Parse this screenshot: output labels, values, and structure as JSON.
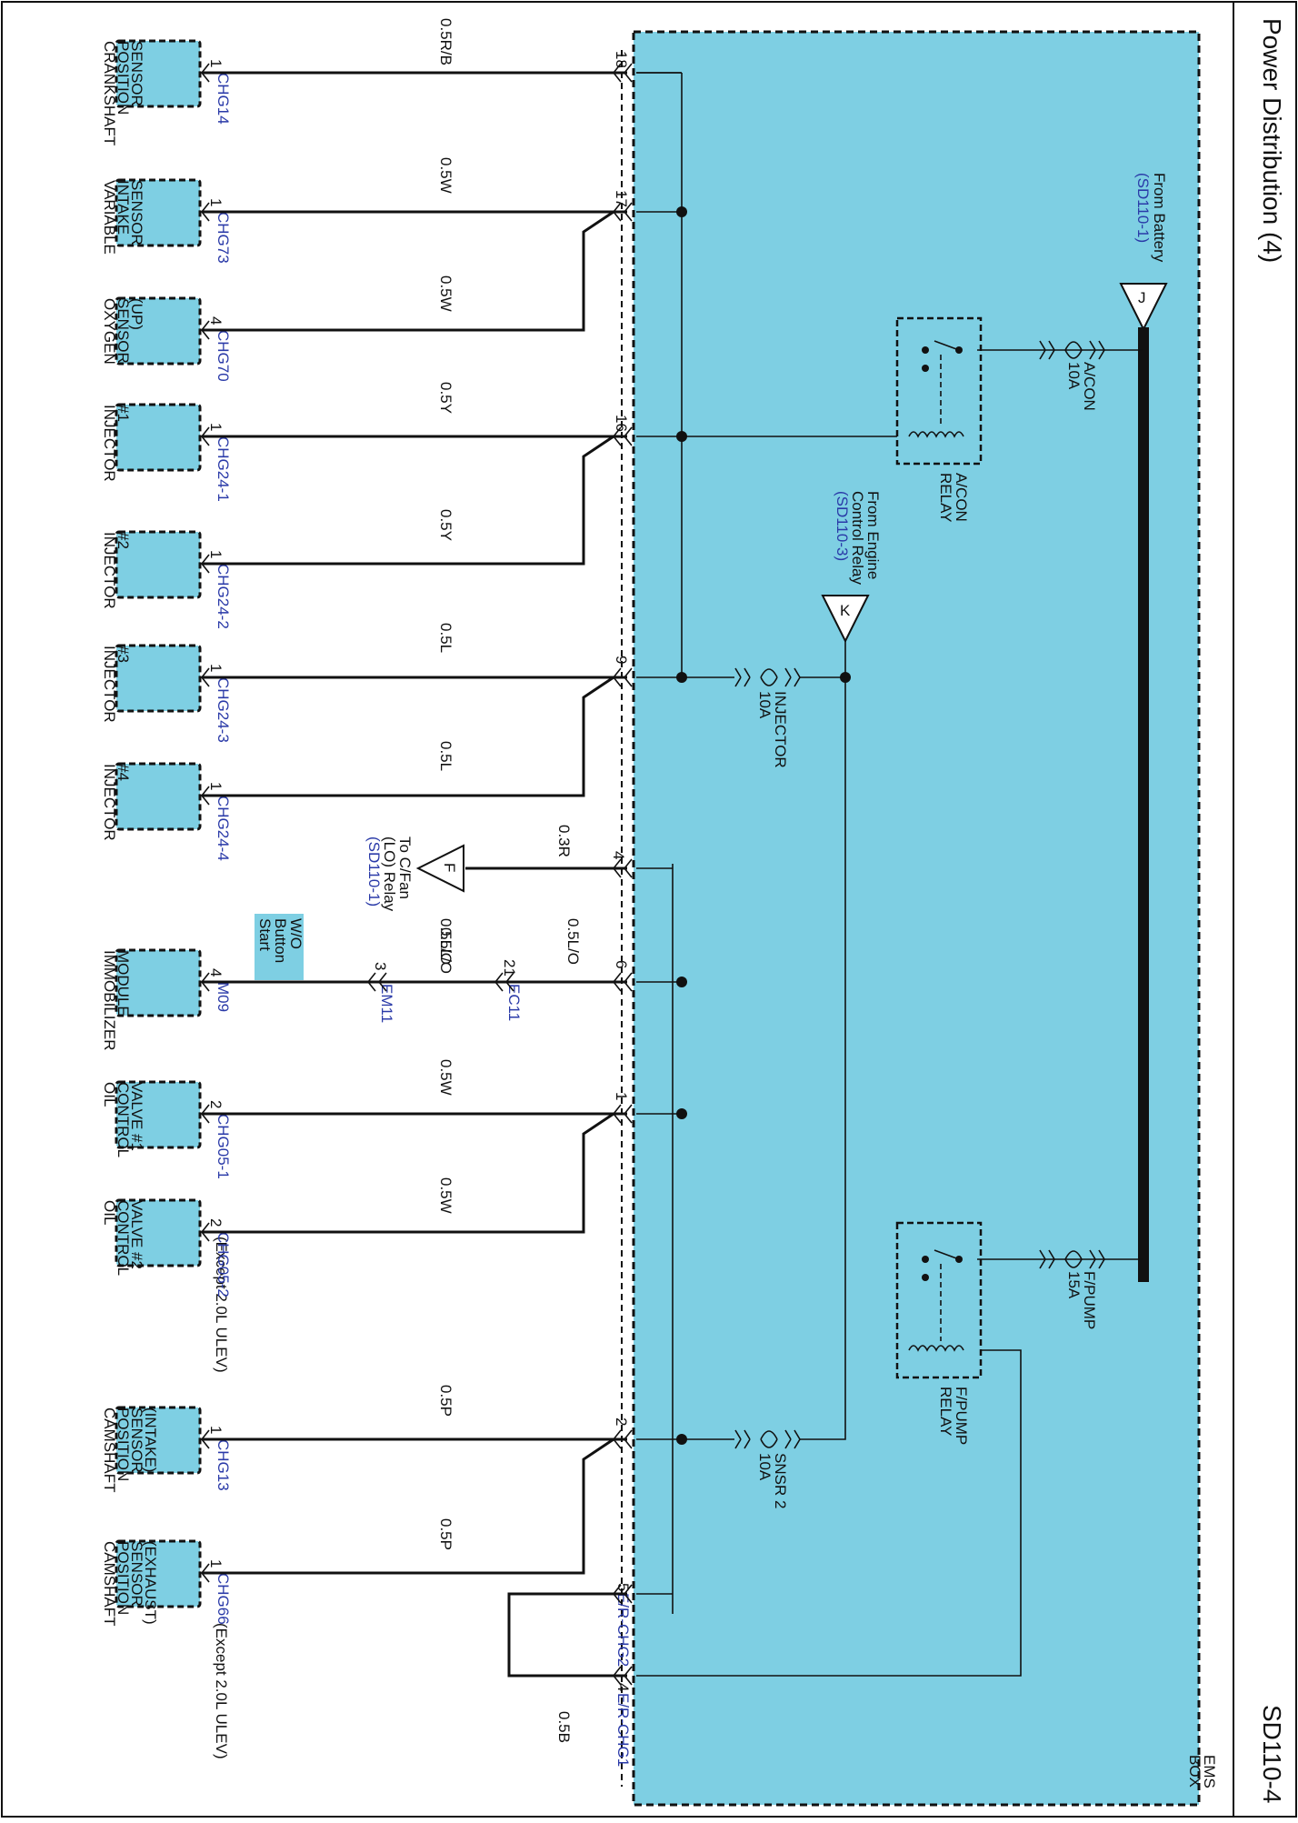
{
  "page": {
    "title": "Power Distribution (4)",
    "code": "SD110-4",
    "ems_box_label": [
      "EMS",
      "BOX"
    ]
  },
  "colors": {
    "box_fill": "#7ecfe3",
    "wire": "#111111",
    "link": "#2a3aa8",
    "highlight": "#7ecfe3"
  },
  "sources": {
    "battery": {
      "letter": "J",
      "text": "From Battery",
      "ref": "(SD110-1)"
    },
    "engine_relay": {
      "letter": "K",
      "lines": [
        "From Engine",
        "Control Relay"
      ],
      "ref": "(SD110-3)"
    },
    "cfan": {
      "letter": "F",
      "lines": [
        "To C/Fan",
        "(LO) Relay"
      ],
      "ref": "(SD110-1)"
    }
  },
  "fuses": {
    "acon": {
      "name": "A/CON",
      "rating": "10A"
    },
    "fpump": {
      "name": "F/PUMP",
      "rating": "15A"
    },
    "injector": {
      "name": "INJECTOR",
      "rating": "10A"
    },
    "snsr2": {
      "name": "SNSR 2",
      "rating": "10A"
    }
  },
  "relays": {
    "acon": [
      "A/CON",
      "RELAY"
    ],
    "fpump": [
      "F/PUMP",
      "RELAY"
    ]
  },
  "components": [
    {
      "name": [
        "CRANKSHAFT",
        "POSITION",
        "SENSOR"
      ],
      "pin": "1",
      "connector": "CHG14",
      "wire": "0.5R/B",
      "box_pin": "18"
    },
    {
      "name": [
        "VARIABLE",
        "INTAKE",
        "SENSOR"
      ],
      "pin": "1",
      "connector": "CHG73",
      "wire": "0.5W",
      "box_pin": "17"
    },
    {
      "name": [
        "OXYGEN",
        "SENSOR",
        "(UP)"
      ],
      "pin": "4",
      "connector": "CHG70",
      "wire": "0.5W",
      "box_pin": ""
    },
    {
      "name": [
        "INJECTOR",
        "#1"
      ],
      "pin": "1",
      "connector": "CHG24-1",
      "wire": "0.5Y",
      "box_pin": "16"
    },
    {
      "name": [
        "INJECTOR",
        "#2"
      ],
      "pin": "1",
      "connector": "CHG24-2",
      "wire": "0.5Y",
      "box_pin": ""
    },
    {
      "name": [
        "INJECTOR",
        "#3"
      ],
      "pin": "1",
      "connector": "CHG24-3",
      "wire": "0.5L",
      "box_pin": "9"
    },
    {
      "name": [
        "INJECTOR",
        "#4"
      ],
      "pin": "1",
      "connector": "CHG24-4",
      "wire": "0.5L",
      "box_pin": ""
    },
    {
      "name": [
        "IMMOBILIZER",
        "MODULE"
      ],
      "pin": "4",
      "connector": "M09",
      "wire": "0.5L/O",
      "box_pin": "6"
    },
    {
      "name": [
        "OIL",
        "CONTROL",
        "VALVE #1"
      ],
      "pin": "2",
      "connector": "CHG05-1",
      "wire": "0.5W",
      "box_pin": "1"
    },
    {
      "name": [
        "OIL",
        "CONTROL",
        "VALVE #2"
      ],
      "pin": "2",
      "connector": "CHG05-2",
      "wire": "0.5W",
      "box_pin": ""
    },
    {
      "name": [
        "CAMSHAFT",
        "POSITION",
        "SENSOR",
        "(INTAKE)"
      ],
      "pin": "1",
      "connector": "CHG13",
      "wire": "0.5P",
      "box_pin": "2"
    },
    {
      "name": [
        "CAMSHAFT",
        "POSITION",
        "SENSOR",
        "(EXHAUST)"
      ],
      "pin": "1",
      "connector": "CHG66",
      "wire": "0.5P",
      "box_pin": ""
    }
  ],
  "cfan_wire": {
    "wire": "0.3R",
    "box_pin": "4"
  },
  "immobilizer_path": {
    "note": [
      "W/O",
      "Button",
      "Start"
    ],
    "ec11": {
      "pin": "21",
      "connector": "EC11",
      "wire": "0.5L/O"
    },
    "em11": {
      "pin": "3",
      "connector": "EM11",
      "wire": "0.5L/O"
    }
  },
  "notes": {
    "except_ulev": "(Except 2.0L ULEV)"
  },
  "ground_loop": {
    "wire": "0.5B",
    "pin_a": "5",
    "connector_a": "E/R-CHG2",
    "pin_b": "4",
    "connector_b": "E/R-CHG1"
  }
}
